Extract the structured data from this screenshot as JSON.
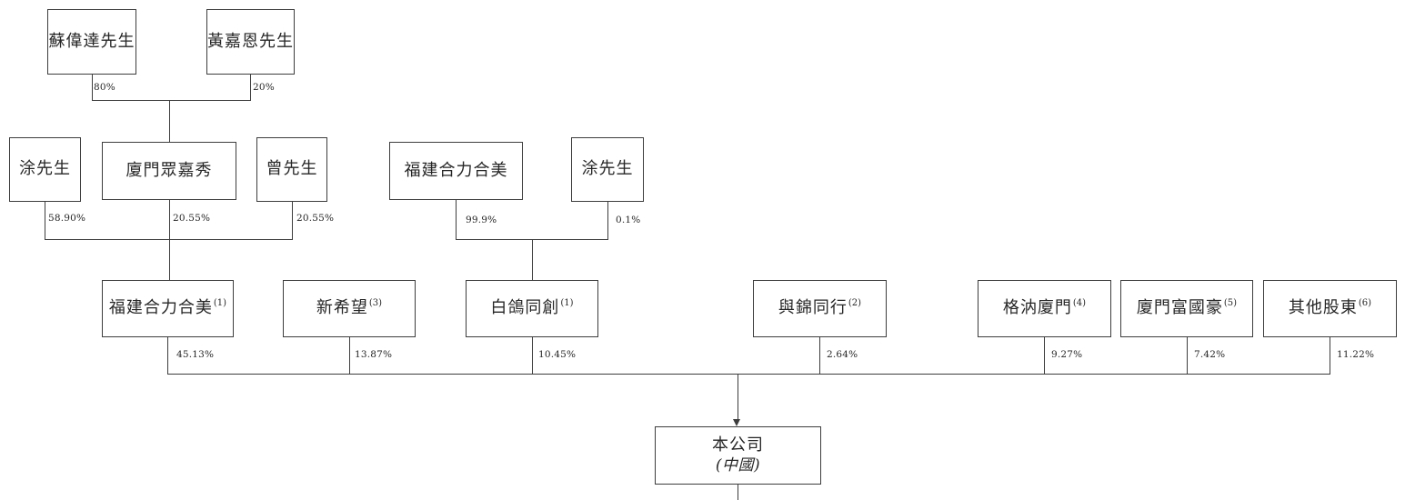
{
  "diagram": {
    "line_color": "#3d3d3d",
    "background_color": "#ffffff",
    "nodes": [
      {
        "id": "su-weida",
        "label": "蘇偉達先生"
      },
      {
        "id": "huang-jiaen",
        "label": "黃嘉恩先生"
      },
      {
        "id": "tu-1",
        "label": "涂先生"
      },
      {
        "id": "xiamen-zhongjiaxiu",
        "label": "廈門眾嘉秀"
      },
      {
        "id": "zeng",
        "label": "曾先生"
      },
      {
        "id": "fujian-helihemei-parent",
        "label": "福建合力合美"
      },
      {
        "id": "tu-2",
        "label": "涂先生"
      },
      {
        "id": "fujian-helihemei",
        "label": "福建合力合美",
        "sup": "(1)"
      },
      {
        "id": "xin-xiwang",
        "label": "新希望",
        "sup": "(3)"
      },
      {
        "id": "baige-tongchuang",
        "label": "白鴿同創",
        "sup": "(1)"
      },
      {
        "id": "yujin-tongxing",
        "label": "與錦同行",
        "sup": "(2)"
      },
      {
        "id": "gerui-xiamen",
        "label": "格汭廈門",
        "sup": "(4)"
      },
      {
        "id": "xiamen-fuguohao",
        "label": "廈門富國豪",
        "sup": "(5)"
      },
      {
        "id": "other-shareholders",
        "label": "其他股東",
        "sup": "(6)"
      },
      {
        "id": "the-company",
        "label": "本公司",
        "sublabel": "(中國)"
      }
    ],
    "ownership_labels": [
      {
        "id": "pct-su-weida",
        "text": "80%"
      },
      {
        "id": "pct-huang-jiaen",
        "text": "20%"
      },
      {
        "id": "pct-tu-1",
        "text": "58.90%"
      },
      {
        "id": "pct-xiamen-zhongjiaxiu",
        "text": "20.55%"
      },
      {
        "id": "pct-zeng",
        "text": "20.55%"
      },
      {
        "id": "pct-fujian-helihemei-parent",
        "text": "99.9%"
      },
      {
        "id": "pct-tu-2",
        "text": "0.1%"
      },
      {
        "id": "pct-fujian-helihemei",
        "text": "45.13%"
      },
      {
        "id": "pct-xin-xiwang",
        "text": "13.87%"
      },
      {
        "id": "pct-baige-tongchuang",
        "text": "10.45%"
      },
      {
        "id": "pct-yujin-tongxing",
        "text": "2.64%"
      },
      {
        "id": "pct-gerui-xiamen",
        "text": "9.27%"
      },
      {
        "id": "pct-xiamen-fuguohao",
        "text": "7.42%"
      },
      {
        "id": "pct-other-shareholders",
        "text": "11.22%"
      }
    ]
  }
}
